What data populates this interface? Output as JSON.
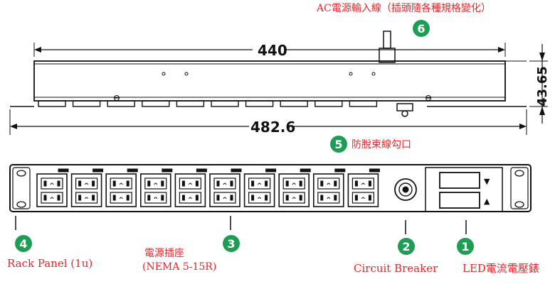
{
  "top_label": "AC電源輸入線（插頭隨各種規格變化）",
  "dimensions": {
    "width_body": "440",
    "width_total": "482.6",
    "height": "43.65"
  },
  "callouts": [
    {
      "number": "1",
      "text": "LED電流電壓錶"
    },
    {
      "number": "2",
      "text": "Circuit Breaker"
    },
    {
      "number": "3",
      "line1": "電源插座",
      "line2": "(NEMA 5-15R)"
    },
    {
      "number": "4",
      "text": "Rack Panel (1u)"
    },
    {
      "number": "5",
      "text": "防脫束線勾口"
    },
    {
      "number": "6"
    }
  ],
  "meter_arrows": {
    "up": "▼",
    "down": "▲"
  },
  "colors": {
    "accent": "#e8242a",
    "badge": "#1f9d55",
    "line": "#111111"
  },
  "outlet_count": 10
}
